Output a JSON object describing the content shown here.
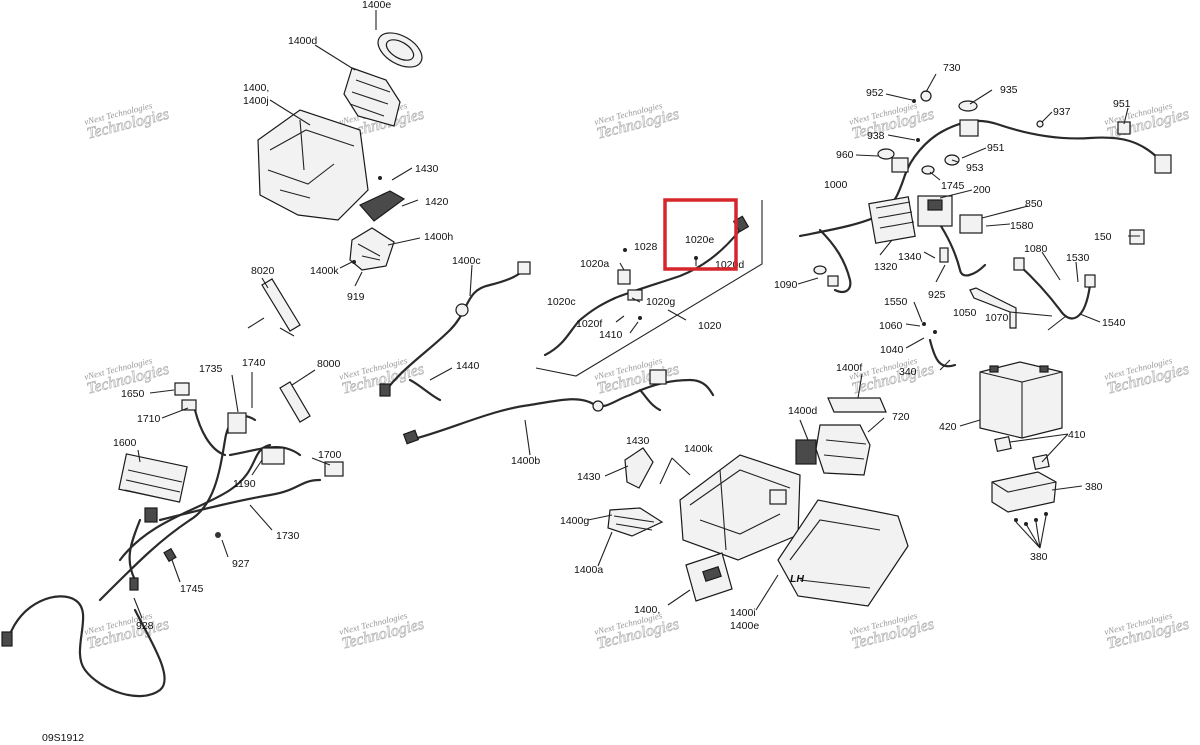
{
  "diagram_code": "09S1912",
  "watermark": {
    "line1": "vNext Technologies",
    "line2": "Technologies"
  },
  "highlight": {
    "color": "#d6262b",
    "label": "1020e"
  },
  "labels": [
    {
      "id": "1400e",
      "text": "1400e"
    },
    {
      "id": "1400d_top",
      "text": "1400d"
    },
    {
      "id": "1400_top",
      "text": "1400,"
    },
    {
      "id": "1400j",
      "text": "1400j"
    },
    {
      "id": "1430_top",
      "text": "1430"
    },
    {
      "id": "1420",
      "text": "1420"
    },
    {
      "id": "1400h",
      "text": "1400h"
    },
    {
      "id": "1400k_top",
      "text": "1400k"
    },
    {
      "id": "919",
      "text": "919"
    },
    {
      "id": "8020",
      "text": "8020"
    },
    {
      "id": "1400c",
      "text": "1400c"
    },
    {
      "id": "1440",
      "text": "1440"
    },
    {
      "id": "8000",
      "text": "8000"
    },
    {
      "id": "1735",
      "text": "1735"
    },
    {
      "id": "1740",
      "text": "1740"
    },
    {
      "id": "1650",
      "text": "1650"
    },
    {
      "id": "1710",
      "text": "1710"
    },
    {
      "id": "1600",
      "text": "1600"
    },
    {
      "id": "1190",
      "text": "1190"
    },
    {
      "id": "1700",
      "text": "1700"
    },
    {
      "id": "1730",
      "text": "1730"
    },
    {
      "id": "927",
      "text": "927"
    },
    {
      "id": "1745_left",
      "text": "1745"
    },
    {
      "id": "928",
      "text": "928"
    },
    {
      "id": "1400b",
      "text": "1400b"
    },
    {
      "id": "1028",
      "text": "1028"
    },
    {
      "id": "1020a",
      "text": "1020a"
    },
    {
      "id": "1020e",
      "text": "1020e"
    },
    {
      "id": "1020d",
      "text": "1020d"
    },
    {
      "id": "1020c",
      "text": "1020c"
    },
    {
      "id": "1020g",
      "text": "1020g"
    },
    {
      "id": "1020f",
      "text": "1020f"
    },
    {
      "id": "1020",
      "text": "1020"
    },
    {
      "id": "1410",
      "text": "1410"
    },
    {
      "id": "1430_mid_left",
      "text": "1430"
    },
    {
      "id": "1430_mid_right",
      "text": "1430"
    },
    {
      "id": "1400k_mid",
      "text": "1400k"
    },
    {
      "id": "1400g",
      "text": "1400g"
    },
    {
      "id": "1400a",
      "text": "1400a"
    },
    {
      "id": "1400_mid",
      "text": "1400,"
    },
    {
      "id": "1400i",
      "text": "1400i"
    },
    {
      "id": "1400e_mid",
      "text": "1400e"
    },
    {
      "id": "1400f",
      "text": "1400f"
    },
    {
      "id": "1400d_mid",
      "text": "1400d"
    },
    {
      "id": "720",
      "text": "720"
    },
    {
      "id": "730",
      "text": "730"
    },
    {
      "id": "952",
      "text": "952"
    },
    {
      "id": "935",
      "text": "935"
    },
    {
      "id": "937",
      "text": "937"
    },
    {
      "id": "951_a",
      "text": "951"
    },
    {
      "id": "938",
      "text": "938"
    },
    {
      "id": "960",
      "text": "960"
    },
    {
      "id": "951_b",
      "text": "951"
    },
    {
      "id": "953",
      "text": "953"
    },
    {
      "id": "1745_right",
      "text": "1745"
    },
    {
      "id": "1000",
      "text": "1000"
    },
    {
      "id": "200",
      "text": "200"
    },
    {
      "id": "850",
      "text": "850"
    },
    {
      "id": "1580",
      "text": "1580"
    },
    {
      "id": "150",
      "text": "150"
    },
    {
      "id": "1320",
      "text": "1320"
    },
    {
      "id": "1340",
      "text": "1340"
    },
    {
      "id": "925",
      "text": "925"
    },
    {
      "id": "1090",
      "text": "1090"
    },
    {
      "id": "1080",
      "text": "1080"
    },
    {
      "id": "1530",
      "text": "1530"
    },
    {
      "id": "1550",
      "text": "1550"
    },
    {
      "id": "1060",
      "text": "1060"
    },
    {
      "id": "1050",
      "text": "1050"
    },
    {
      "id": "1070",
      "text": "1070"
    },
    {
      "id": "1540",
      "text": "1540"
    },
    {
      "id": "1040",
      "text": "1040"
    },
    {
      "id": "340",
      "text": "340"
    },
    {
      "id": "420",
      "text": "420"
    },
    {
      "id": "410",
      "text": "410"
    },
    {
      "id": "380",
      "text": "380"
    },
    {
      "id": "lh_marking",
      "text": "LH"
    }
  ]
}
